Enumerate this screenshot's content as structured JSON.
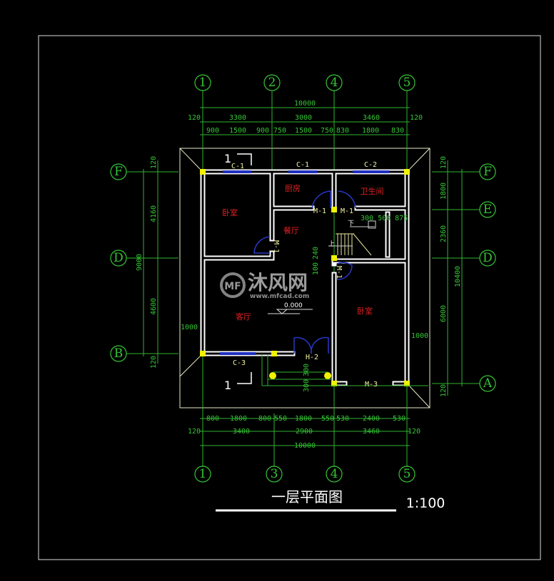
{
  "title": "一层平面图",
  "scale": "1:100",
  "colors": {
    "background": "#000000",
    "axis": "#35c435",
    "wall": "#ffffff",
    "window": "#2030c0",
    "column": "#f2f200",
    "room_label": "#e02020"
  },
  "axes": {
    "top": [
      "1",
      "2",
      "4",
      "5"
    ],
    "bottom": [
      "1",
      "3",
      "4",
      "5"
    ],
    "left": [
      "F",
      "D",
      "B"
    ],
    "right": [
      "F",
      "E",
      "D",
      "A"
    ]
  },
  "dims_top": {
    "total": "10000",
    "bays": [
      "120",
      "3300",
      "3000",
      "3460",
      "120"
    ],
    "openings": [
      "900",
      "1500",
      "900",
      "750",
      "1500",
      "750",
      "830",
      "1800",
      "830"
    ]
  },
  "dims_bottom": {
    "openings": [
      "800",
      "1800",
      "800",
      "550",
      "1800",
      "550",
      "530",
      "2400",
      "530"
    ],
    "bays": [
      "120",
      "3400",
      "2900",
      "3460",
      "120"
    ],
    "total": "10000"
  },
  "dims_left": {
    "total": "9000",
    "parts": [
      "120",
      "4160",
      "4600",
      "120"
    ]
  },
  "dims_right": {
    "total": "10400",
    "parts": [
      "120",
      "1800",
      "2360",
      "6000",
      "120"
    ]
  },
  "rooms": [
    "卧室",
    "厨房",
    "卫生间",
    "餐厅",
    "客厅",
    "卧室"
  ],
  "openings": {
    "c1a": "C-1",
    "c1b": "C-1",
    "c2": "C-2",
    "c3": "C-3",
    "m1a": "M-1",
    "m1b": "M-1",
    "m1c": "M-1",
    "m1d": "M-1",
    "h2": "H-2",
    "m3": "M-3"
  },
  "inner_dims": {
    "stair": "300 500 875",
    "d240": "240",
    "d100": "100",
    "d300a": "300",
    "d300b": "300",
    "d1000l": "1000",
    "d1000r": "1000"
  },
  "elevation": "0.000",
  "stair_labels": {
    "down": "下",
    "up": "上"
  },
  "section_mark": "1",
  "watermark": {
    "brand": "沐风网",
    "url": "www.mfcad.com",
    "logo": "MF"
  }
}
